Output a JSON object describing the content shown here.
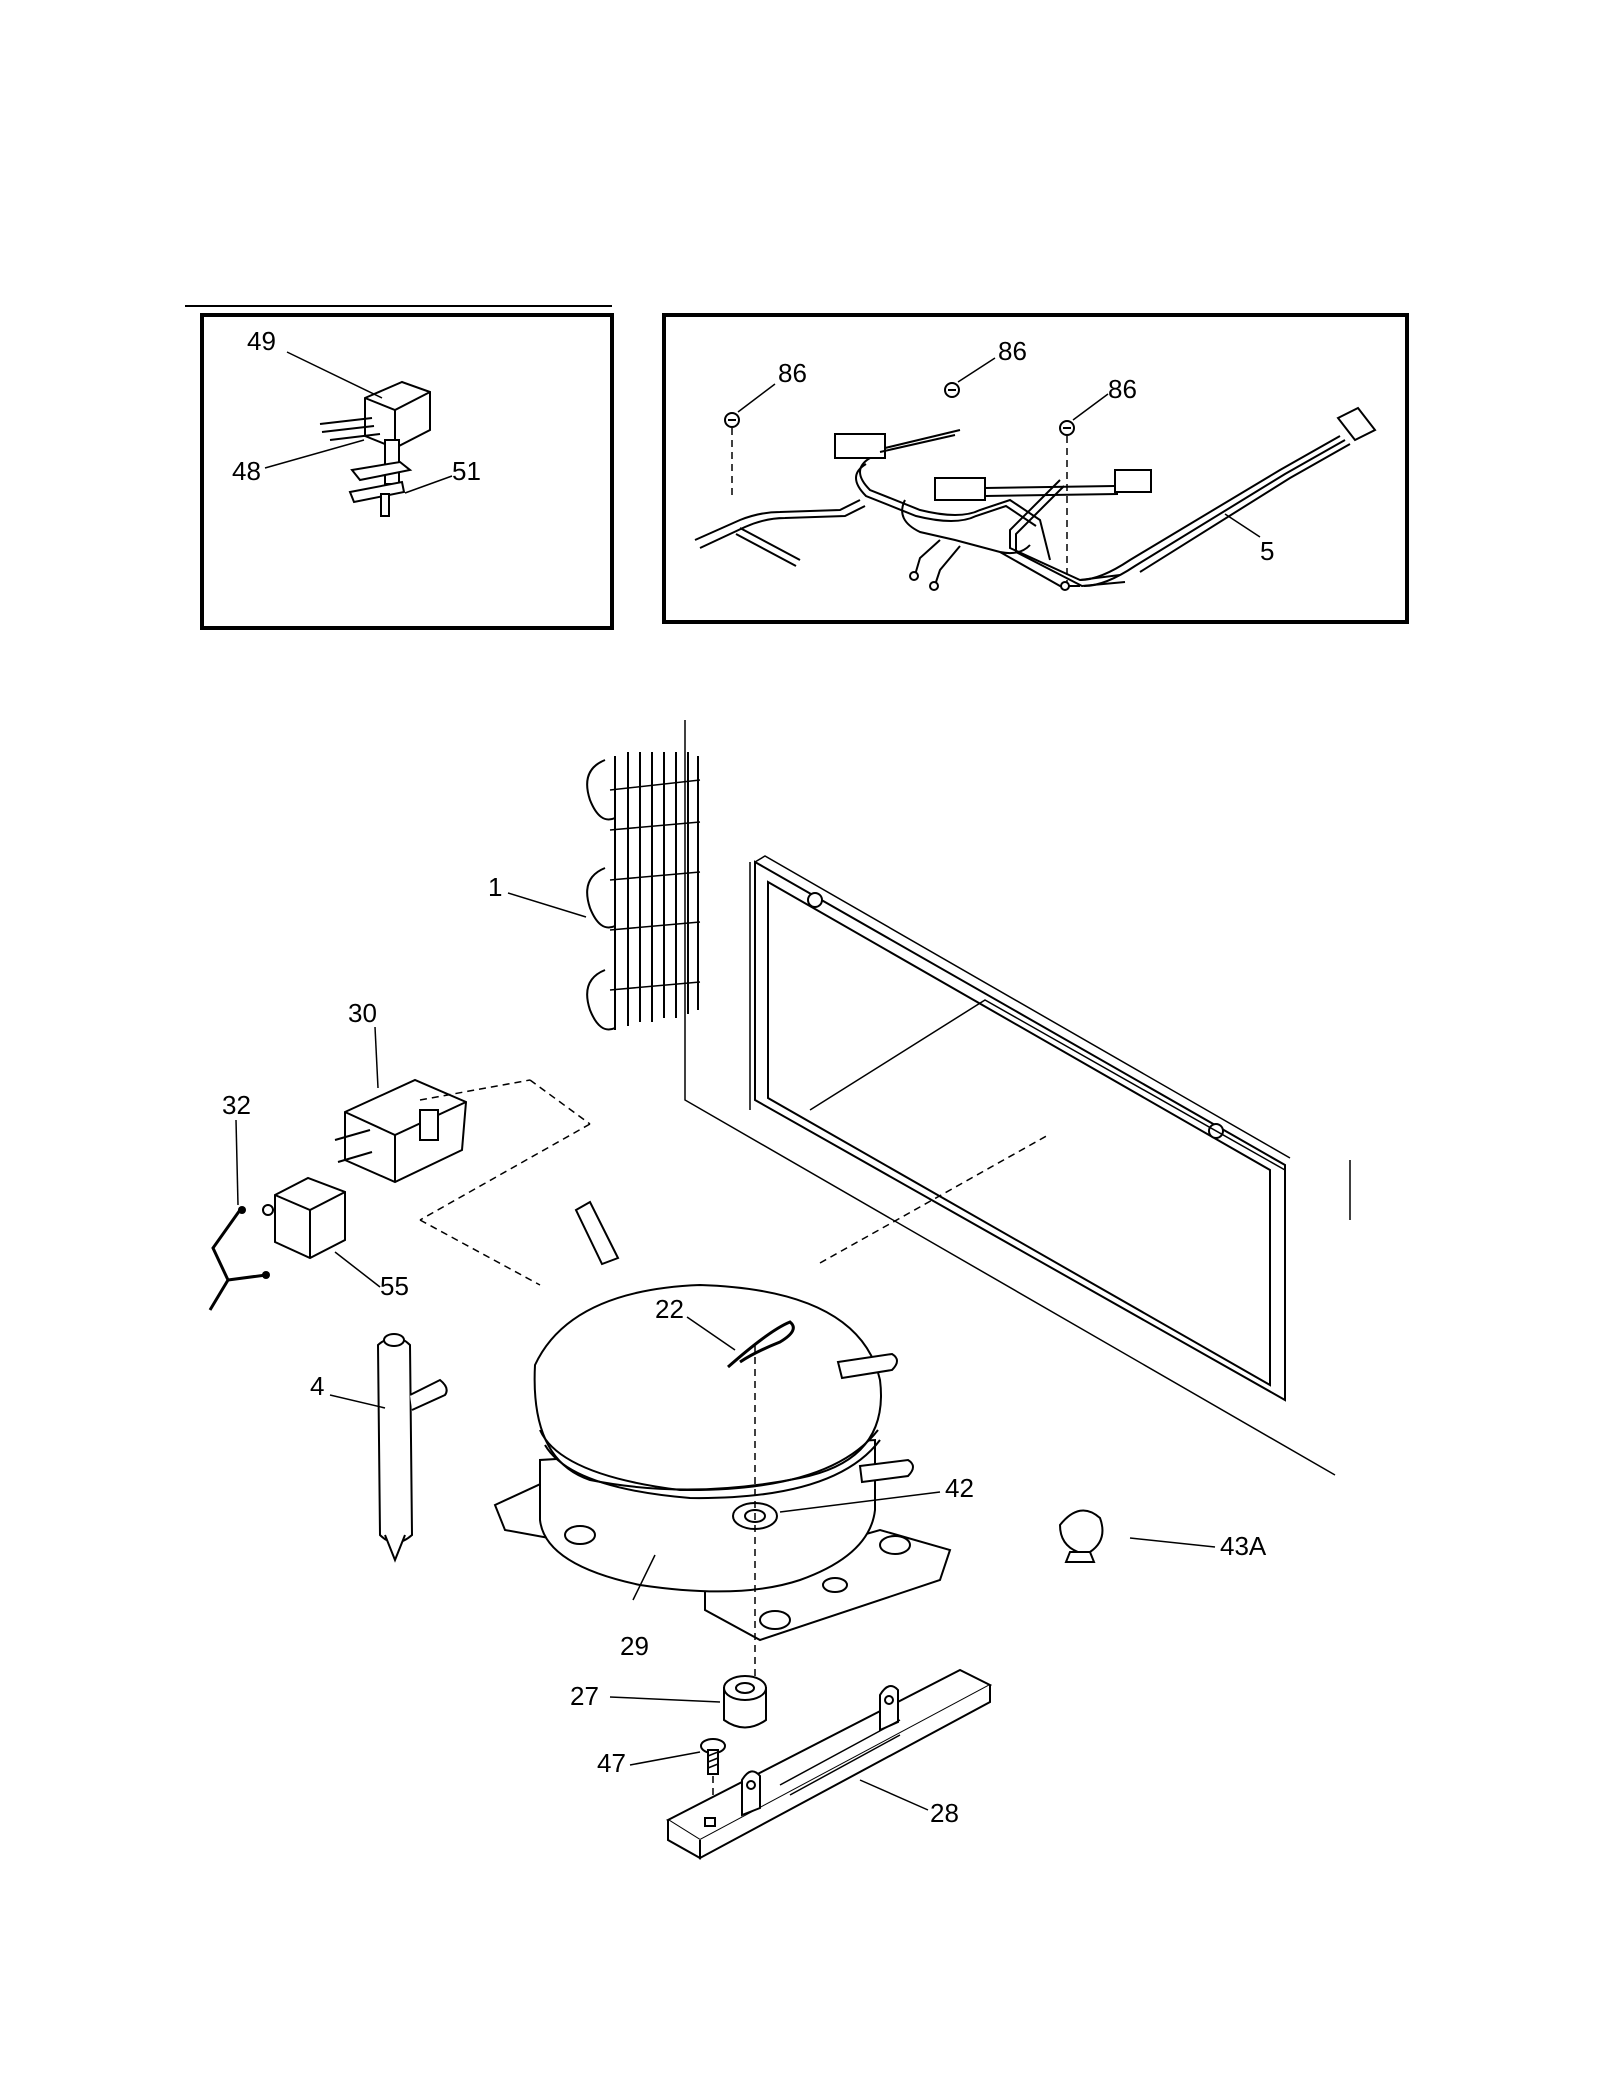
{
  "callouts": {
    "p49": "49",
    "p48": "48",
    "p51": "51",
    "p86a": "86",
    "p86b": "86",
    "p86c": "86",
    "p5": "5",
    "p1": "1",
    "p30": "30",
    "p32": "32",
    "p55": "55",
    "p4": "4",
    "p22": "22",
    "p42": "42",
    "p43a": "43A",
    "p29": "29",
    "p27": "27",
    "p47": "47",
    "p28": "28"
  }
}
